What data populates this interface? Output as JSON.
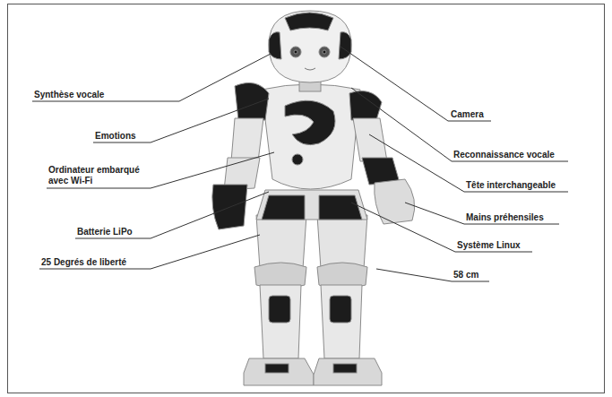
{
  "diagram": {
    "labels": [
      "Synthèse vocale",
      "Emotions",
      "Ordinateur embarqué avec Wi-Fi",
      "Batterie LiPo",
      "25 Degrés de liberté",
      "Camera",
      "Reconnaissance vocale",
      "Tête interchangeable",
      "Mains préhensiles",
      "Système Linux",
      "58 cm"
    ]
  }
}
